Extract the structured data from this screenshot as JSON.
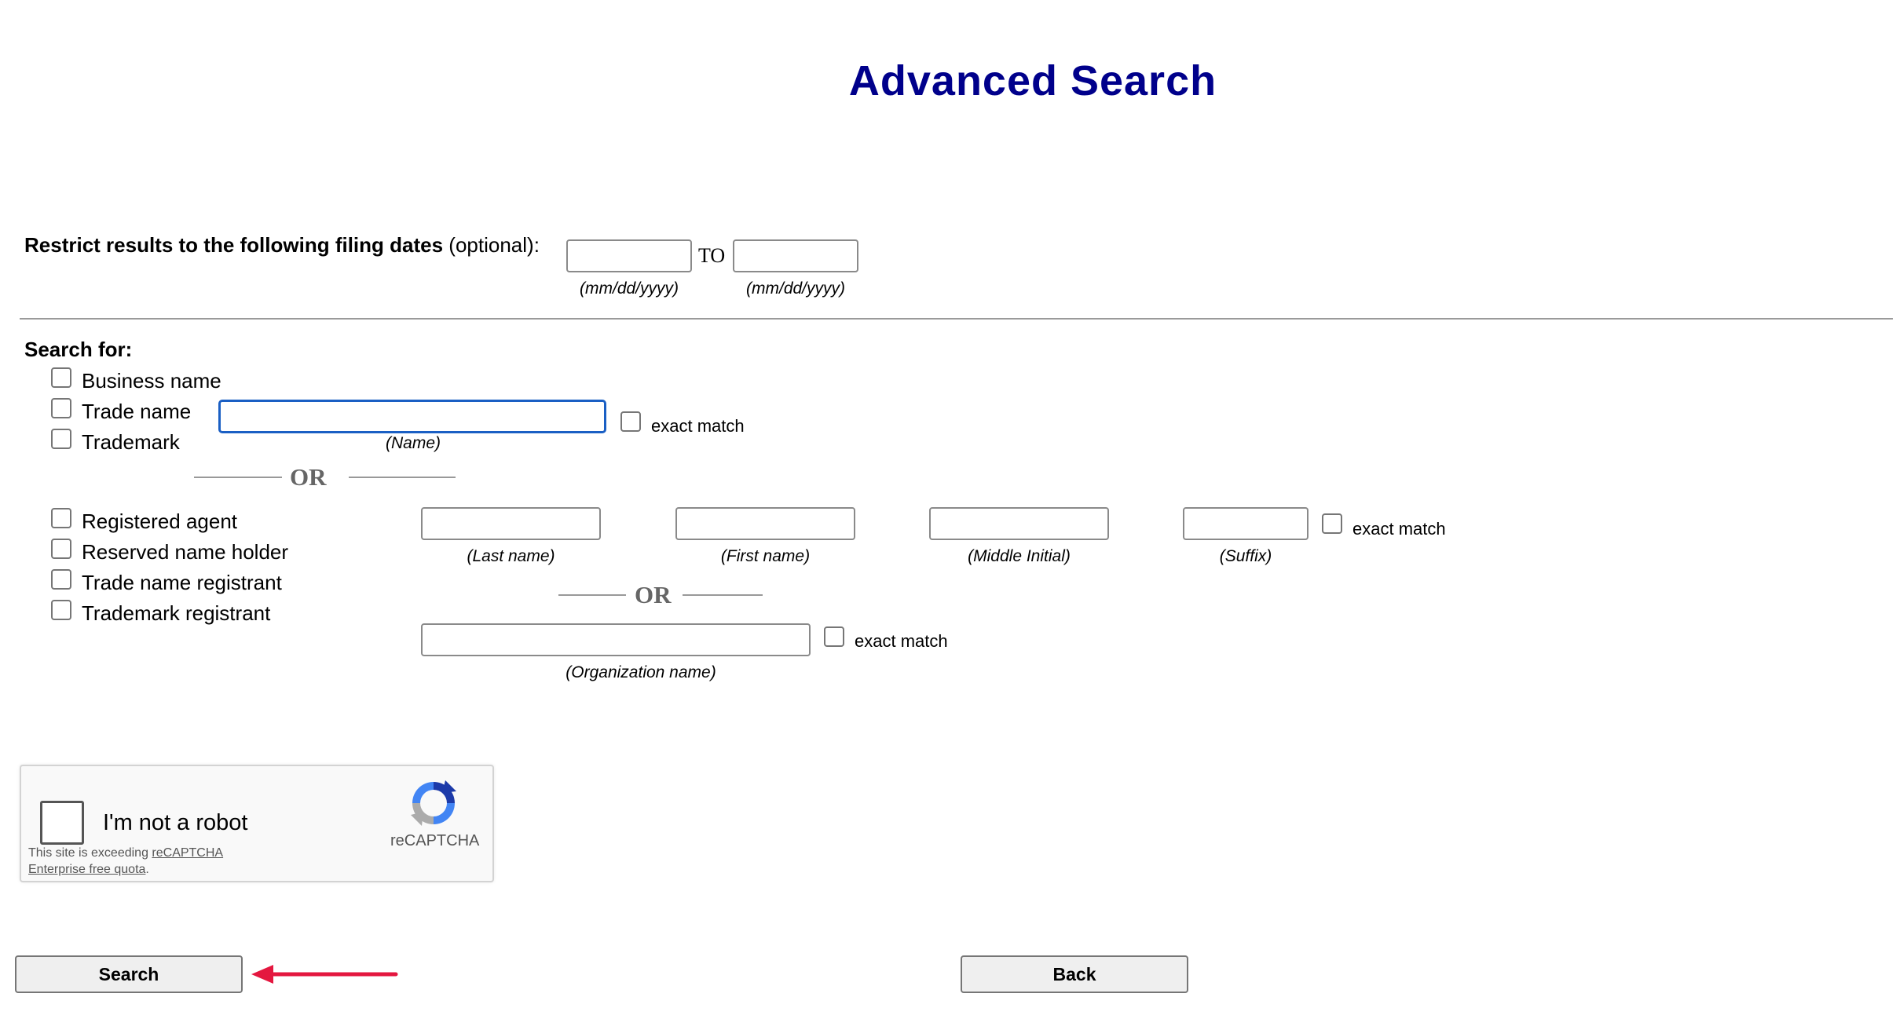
{
  "header": {
    "title": "Advanced Search"
  },
  "filing_dates": {
    "label_bold": "Restrict results to the following filing dates",
    "label_normal": "(optional):",
    "from_value": "",
    "to_word": "TO",
    "to_value": "",
    "from_caption": "(mm/dd/yyyy)",
    "to_caption": "(mm/dd/yyyy)"
  },
  "search_for": {
    "heading": "Search for:",
    "types": [
      {
        "label": "Business name",
        "checked": false
      },
      {
        "label": "Trade name",
        "checked": false
      },
      {
        "label": "Trademark",
        "checked": false
      }
    ],
    "name_value": "",
    "name_caption": "(Name)",
    "exact_match_label": "exact match",
    "or_text": "OR"
  },
  "party": {
    "types": [
      {
        "label": "Registered agent",
        "checked": false
      },
      {
        "label": "Reserved name holder",
        "checked": false
      },
      {
        "label": "Trade name registrant",
        "checked": false
      },
      {
        "label": "Trademark registrant",
        "checked": false
      }
    ],
    "last_caption": "(Last name)",
    "first_caption": "(First name)",
    "middle_caption": "(Middle Initial)",
    "suffix_caption": "(Suffix)",
    "exact_match_label": "exact match",
    "or_text": "OR",
    "org_caption": "(Organization name)",
    "org_exact_match_label": "exact match"
  },
  "captcha": {
    "label": "I'm not a robot",
    "brand": "reCAPTCHA",
    "note_prefix": "This site is exceeding ",
    "note_link": "reCAPTCHA Enterprise free quota",
    "note_suffix": "."
  },
  "buttons": {
    "search_label": "Search",
    "back_label": "Back"
  },
  "annotation_color": "#e4173f"
}
